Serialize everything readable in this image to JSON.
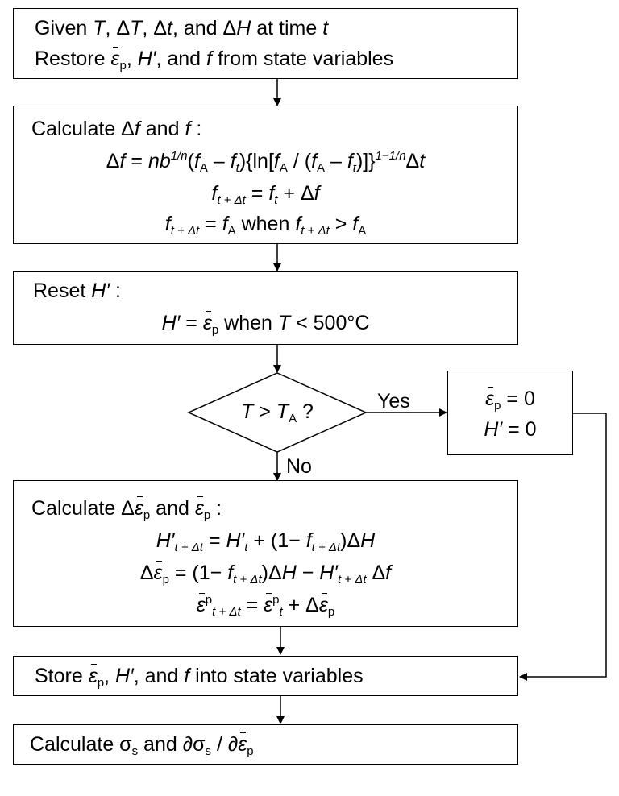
{
  "box1": {
    "line1": [
      "Given ",
      "T",
      ", Δ",
      "T",
      ", Δ",
      "t",
      ", and Δ",
      "H",
      " at time ",
      "t"
    ],
    "line2": [
      "Restore ",
      "ε",
      "p",
      ", ",
      "H′",
      ", and ",
      "f",
      " from state variables"
    ]
  },
  "box2": {
    "title": [
      "Calculate Δ",
      "f",
      " and ",
      "f",
      " :"
    ],
    "eq1": [
      "Δ",
      "f",
      " = ",
      "nb",
      "1/n",
      "(",
      "f",
      "A",
      " – ",
      "f",
      "t",
      "){ln[",
      "f",
      "A",
      " / (",
      "f",
      "A",
      " – ",
      "f",
      "t",
      ")]}",
      "1−1/n",
      "Δ",
      "t"
    ],
    "eq2": [
      "f",
      "t + Δt",
      " = ",
      "f",
      "t",
      " + Δ",
      "f"
    ],
    "eq3": [
      "f",
      "t + Δt",
      " = ",
      "f",
      "A",
      " when ",
      "f",
      "t + Δt",
      " > ",
      "f",
      "A"
    ]
  },
  "box3": {
    "title": [
      "Reset ",
      "H′",
      " :"
    ],
    "eq": [
      "H′",
      " = ",
      "ε",
      "p",
      " when ",
      "T",
      " < 500°C"
    ]
  },
  "decision": {
    "text": [
      "T",
      " > ",
      "T",
      "A",
      " ?"
    ],
    "yes": "Yes",
    "no": "No"
  },
  "side_box": {
    "line1": [
      "ε",
      "p",
      " = 0"
    ],
    "line2": [
      "H′",
      " = 0"
    ]
  },
  "box4": {
    "title": [
      "Calculate Δ",
      "ε",
      "p",
      " and ",
      "ε",
      "p",
      " :"
    ],
    "eq1": [
      "H′",
      "t + Δt",
      " = ",
      "H′",
      "t",
      " + (1− ",
      "f",
      "t + Δt",
      ")Δ",
      "H"
    ],
    "eq2": [
      "Δ",
      "ε",
      "p",
      " = (1− ",
      "f",
      "t + Δt",
      ")Δ",
      "H",
      " − ",
      "H′",
      "t + Δt",
      " Δ",
      "f"
    ],
    "eq3": [
      "ε",
      "p",
      "t + Δt",
      " = ",
      "ε",
      "p",
      "t",
      " + Δ",
      "ε",
      "p"
    ]
  },
  "box5": {
    "line": [
      "Store ",
      "ε",
      "p",
      ", ",
      "H′",
      ", and ",
      "f",
      " into state variables"
    ]
  },
  "box6": {
    "line": [
      "Calculate ",
      "σ",
      "s",
      " and ∂",
      "σ",
      "s",
      " / ∂",
      "ε",
      "p"
    ]
  }
}
